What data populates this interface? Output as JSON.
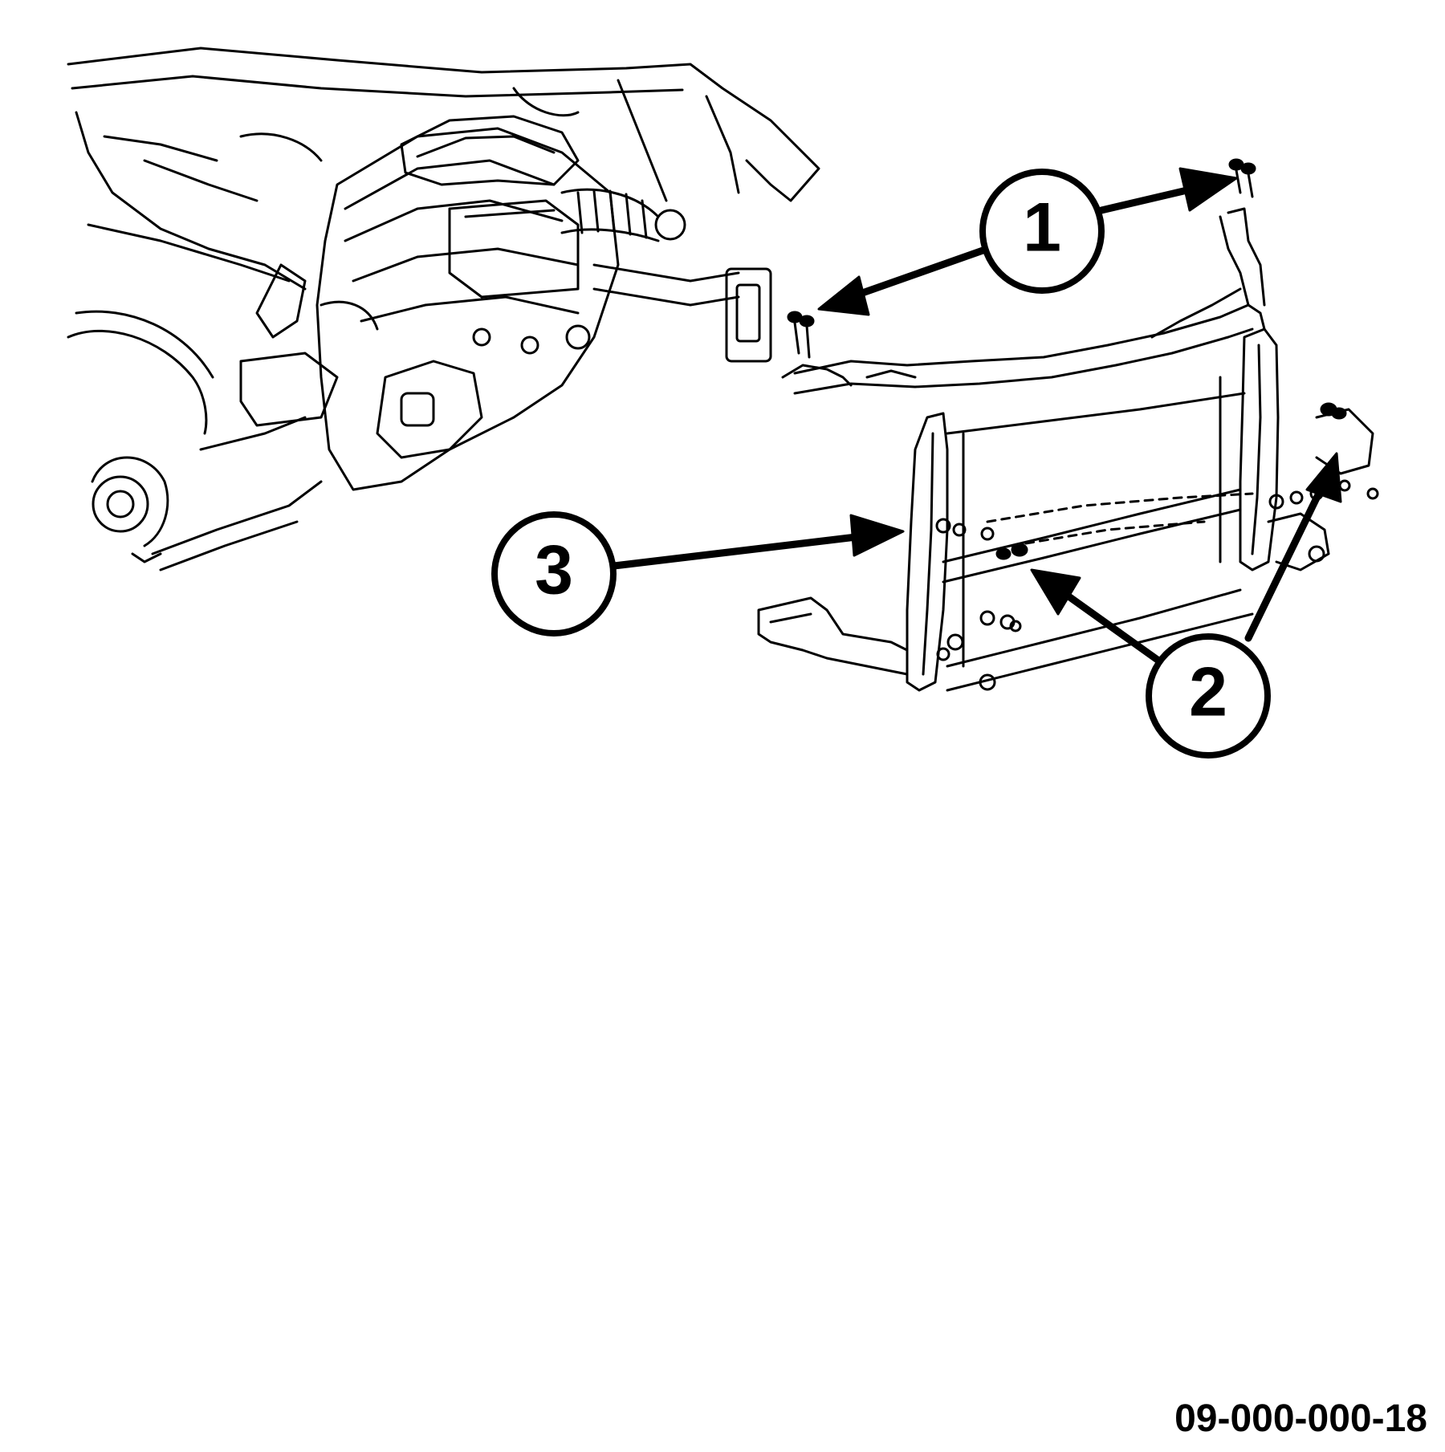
{
  "colors": {
    "line": "#000000",
    "background": "#ffffff"
  },
  "callouts": [
    {
      "label": "1",
      "part": "fasteners-upper"
    },
    {
      "label": "2",
      "part": "fasteners-lower"
    },
    {
      "label": "3",
      "part": "radiator-support"
    }
  ],
  "figure_id": "09-000-000-18"
}
